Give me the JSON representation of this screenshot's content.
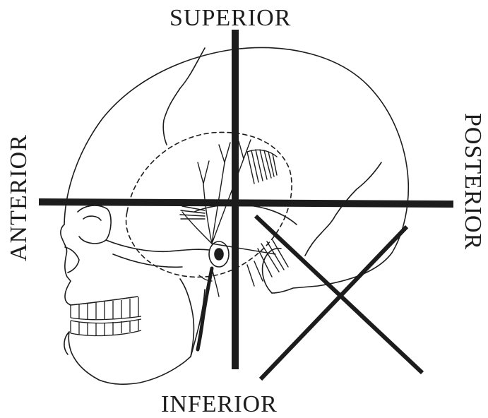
{
  "labels": {
    "superior": "SUPERIOR",
    "inferior": "INFERIOR",
    "anterior": "ANTERIOR",
    "posterior": "POSTERIOR"
  },
  "colors": {
    "ink": "#1c1c1c",
    "background": "#ffffff"
  }
}
